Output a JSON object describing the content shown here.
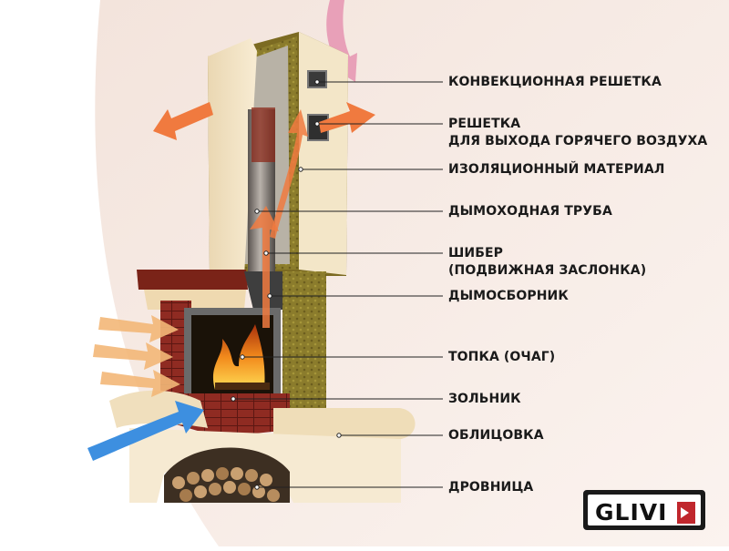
{
  "labels": [
    {
      "id": "convection-grille",
      "lines": [
        "КОНВЕКЦИОННАЯ РЕШЕТКА"
      ]
    },
    {
      "id": "hot-air-grille",
      "lines": [
        "РЕШЕТКА",
        "ДЛЯ ВЫХОДА ГОРЯЧЕГО ВОЗДУХА"
      ]
    },
    {
      "id": "insulation",
      "lines": [
        "ИЗОЛЯЦИОННЫЙ МАТЕРИАЛ"
      ]
    },
    {
      "id": "chimney-pipe",
      "lines": [
        "ДЫМОХОДНАЯ ТРУБА"
      ]
    },
    {
      "id": "damper",
      "lines": [
        "ШИБЕР",
        "(ПОДВИЖНАЯ ЗАСЛОНКА)"
      ]
    },
    {
      "id": "smoke-collector",
      "lines": [
        "ДЫМОСБОРНИК"
      ]
    },
    {
      "id": "firebox",
      "lines": [
        "ТОПКА (ОЧАГ)"
      ]
    },
    {
      "id": "ash-pit",
      "lines": [
        "ЗОЛЬНИК"
      ]
    },
    {
      "id": "cladding",
      "lines": [
        "ОБЛИЦОВКА"
      ]
    },
    {
      "id": "woodstore",
      "lines": [
        "ДРОВНИЦА"
      ]
    }
  ],
  "logo": {
    "text": "GLIVI",
    "icon": "play-mark-icon"
  },
  "colors": {
    "warm_arrow": "#f07a3f",
    "cool_arrow": "#3d8fe0",
    "hot_out_arrow": "#e8a0b8",
    "cladding": "#f1e2c2",
    "brick": "#8e2a22",
    "insulation": "#8a7a2a"
  }
}
